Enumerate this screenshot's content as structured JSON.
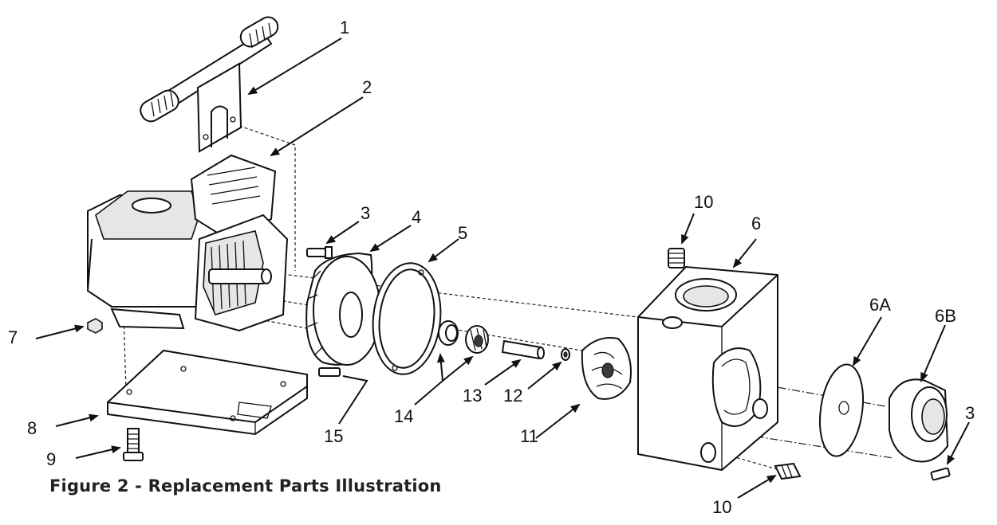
{
  "figure": {
    "caption": "Figure 2 - Replacement Parts Illustration"
  },
  "callouts": [
    {
      "id": "c1",
      "label": "1"
    },
    {
      "id": "c2",
      "label": "2"
    },
    {
      "id": "c3a",
      "label": "3"
    },
    {
      "id": "c4",
      "label": "4"
    },
    {
      "id": "c5",
      "label": "5"
    },
    {
      "id": "c6",
      "label": "6"
    },
    {
      "id": "c6a",
      "label": "6A"
    },
    {
      "id": "c6b",
      "label": "6B"
    },
    {
      "id": "c3b",
      "label": "3"
    },
    {
      "id": "c7",
      "label": "7"
    },
    {
      "id": "c8",
      "label": "8"
    },
    {
      "id": "c9",
      "label": "9"
    },
    {
      "id": "c10a",
      "label": "10"
    },
    {
      "id": "c10b",
      "label": "10"
    },
    {
      "id": "c11",
      "label": "11"
    },
    {
      "id": "c12",
      "label": "12"
    },
    {
      "id": "c13",
      "label": "13"
    },
    {
      "id": "c14",
      "label": "14"
    },
    {
      "id": "c15",
      "label": "15"
    }
  ]
}
